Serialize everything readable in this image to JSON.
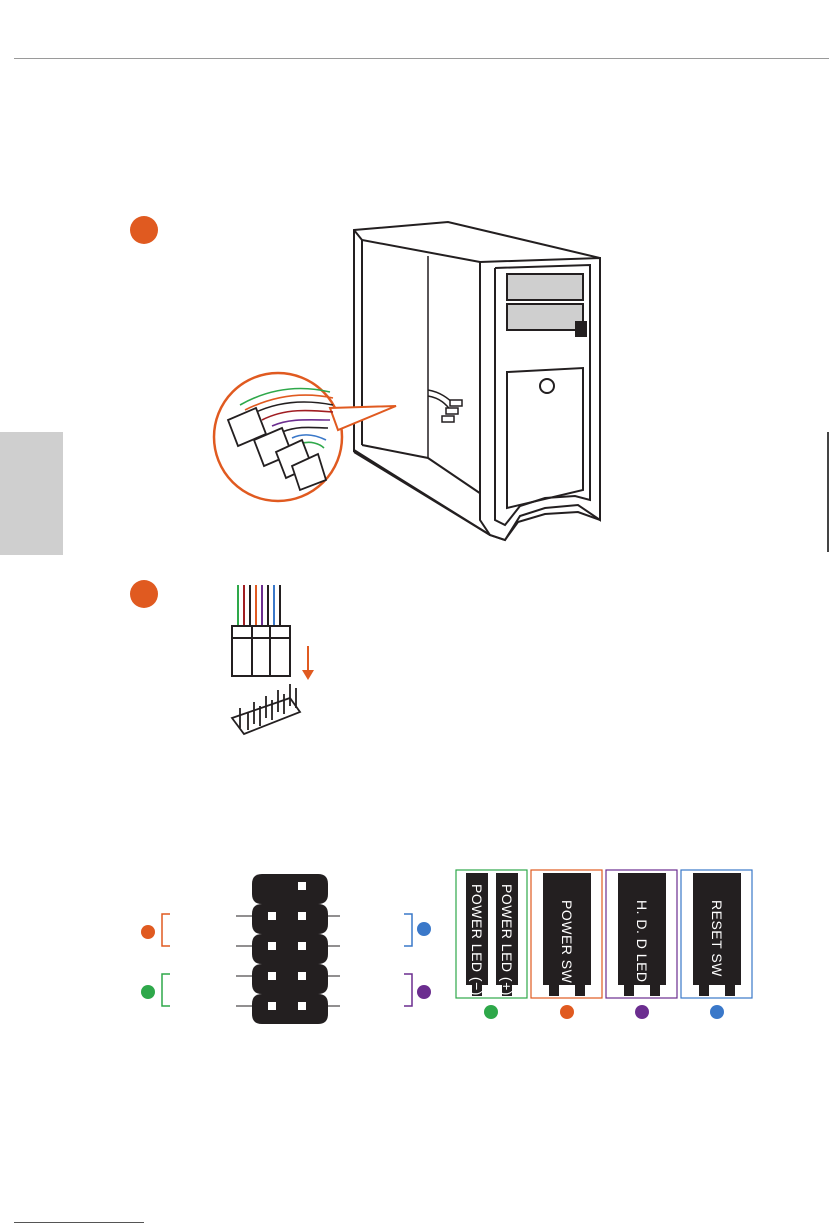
{
  "colors": {
    "orange": "#e05a20",
    "green": "#2ea84a",
    "purple": "#6b2d8f",
    "blue": "#3a78c9",
    "case_outline": "#231f20",
    "connector_body": "#231f20",
    "side_tab": "#cfcfcf"
  },
  "steps": [
    {
      "name": "step-1",
      "icon": "orange-dot"
    },
    {
      "name": "step-2",
      "icon": "orange-dot"
    }
  ],
  "connectors": [
    {
      "label": "POWER LED (−)",
      "color": "#2ea84a"
    },
    {
      "label": "POWER LED (+)",
      "color": "#2ea84a"
    },
    {
      "label": "POWER SW",
      "color": "#e05a20"
    },
    {
      "label": "H. D. D LED",
      "color": "#6b2d8f"
    },
    {
      "label": "RESET SW",
      "color": "#3a78c9"
    }
  ],
  "header_pin_groups": [
    {
      "side": "left",
      "color": "#e05a20"
    },
    {
      "side": "left",
      "color": "#2ea84a"
    },
    {
      "side": "right",
      "color": "#3a78c9"
    },
    {
      "side": "right",
      "color": "#6b2d8f"
    }
  ]
}
